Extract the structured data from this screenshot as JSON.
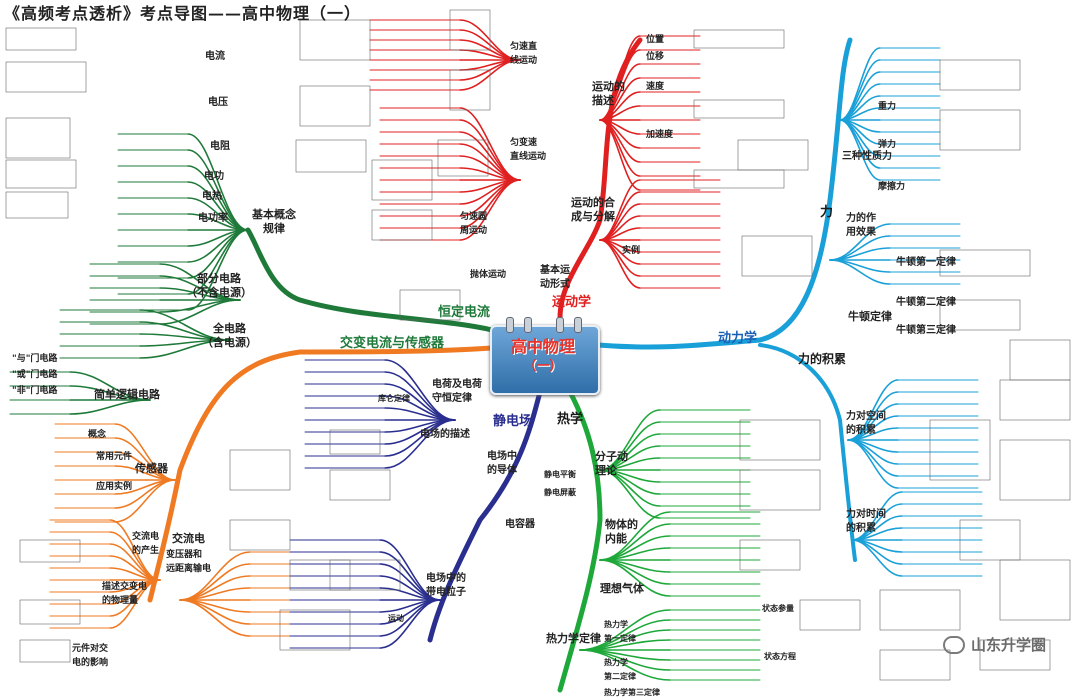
{
  "header": {
    "title": "《高频考点透析》考点导图——高中物理（一）"
  },
  "center": {
    "title": "高中物理",
    "subtitle": "（一）"
  },
  "branches": {
    "dc": "恒定电流",
    "ac": "交变电流与传感器",
    "kinematics": "运动学",
    "dynamics": "动力学",
    "electrostatics": "静电场",
    "thermo": "热学",
    "force": "力",
    "momentum": "力的积累"
  },
  "dc_nodes": {
    "basic": "基本概念\n规律",
    "partial": "部分电路\n（不含电源）",
    "full": "全电路\n（含电源）",
    "logic": "简单逻辑电路",
    "current": "电流",
    "voltage": "电压",
    "resistance": "电阻",
    "power": "电功率",
    "work": "电功",
    "heat": "电热",
    "and_gate": "\"与\"门电路",
    "or_gate": "\"或\"门电路",
    "not_gate": "\"非\"门电路"
  },
  "ac_nodes": {
    "sensor": "传感器",
    "alternating": "交流电",
    "concept": "概念",
    "common": "常用元件",
    "apply": "应用实例",
    "generate": "交流电\n的产生",
    "describe": "描述交变电\n的物理量",
    "transformer": "变压器和\n远距离输电",
    "components": "元件对交\n电的影响"
  },
  "kin_nodes": {
    "desc": "运动的\n描述",
    "compose": "运动的合\n成与分解",
    "forms": "基本运\n动形式",
    "uniform": "匀速直\n线运动",
    "accel": "匀变速\n直线运动",
    "circular": "匀速圆\n周运动",
    "projectile": "抛体运动",
    "position": "位置",
    "displacement": "位移",
    "velocity": "速度",
    "acceleration": "加速度",
    "examples": "实例"
  },
  "dyn_nodes": {
    "newton1": "牛顿第一定律",
    "newton2": "牛顿第二定律",
    "newton3": "牛顿第三定律",
    "newton_laws": "牛顿定律",
    "space_acc": "力对空间\n的积累",
    "time_acc": "力对时间\n的积累",
    "gravity": "重力",
    "elastic": "弹力",
    "friction": "摩擦力",
    "three_forces": "三种性质力",
    "interaction": "力的作\n用效果"
  },
  "es_nodes": {
    "charge": "电荷及电荷\n守恒定律",
    "field": "电场的描述",
    "conductor": "电场中\n的导体",
    "capacitor": "电容器",
    "particle": "电场中的\n带电粒子",
    "es_eq": "静电平衡",
    "shield": "静电屏蔽",
    "coulomb": "库仑定律",
    "motion": "运动"
  },
  "th_nodes": {
    "molecular": "分子动\n理论",
    "internal": "物体的\n内能",
    "ideal_gas": "理想气体",
    "law": "热力学定律",
    "first": "热力学\n第一定律",
    "second": "热力学\n第二定律",
    "third": "热力学第三定律",
    "state": "状态参量",
    "equation": "状态方程"
  },
  "watermark": {
    "text": "山东升学圈"
  },
  "colors": {
    "dc": "#1f7a3a",
    "ac": "#ef7a22",
    "kin": "#e02020",
    "dyn": "#19a0d8",
    "es": "#2a2f8f",
    "th": "#1ea83a"
  }
}
